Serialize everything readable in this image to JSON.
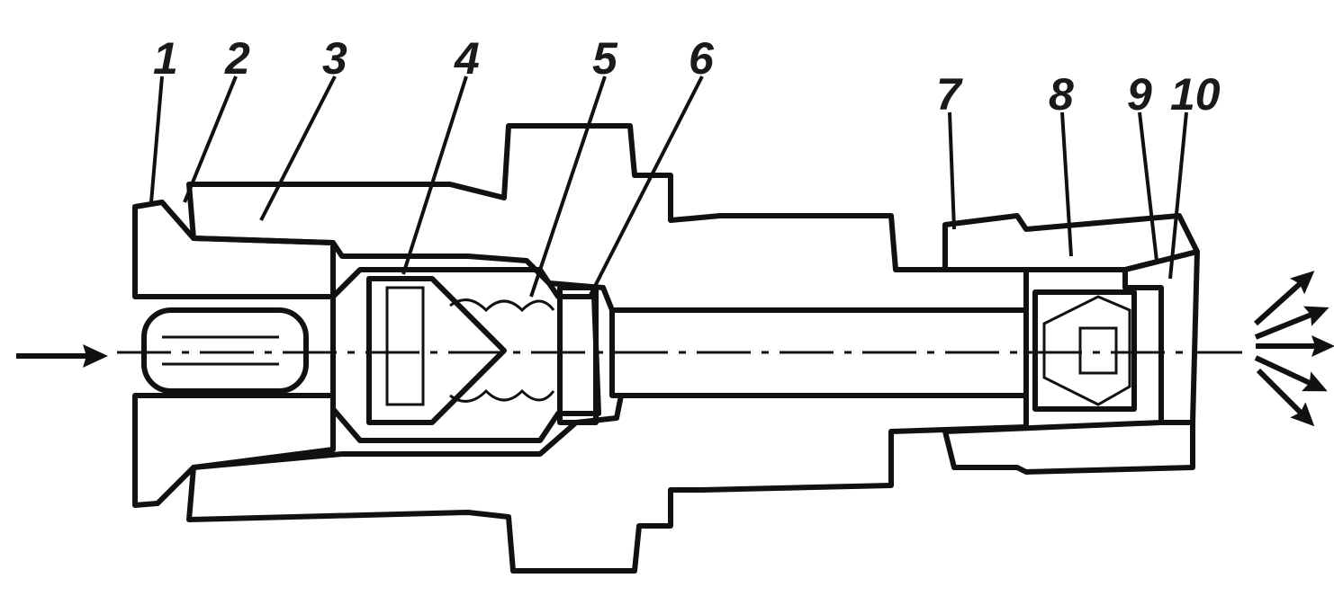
{
  "labels": [
    {
      "id": "1",
      "text": "1"
    },
    {
      "id": "2",
      "text": "2"
    },
    {
      "id": "3",
      "text": "3"
    },
    {
      "id": "4",
      "text": "4"
    },
    {
      "id": "5",
      "text": "5"
    },
    {
      "id": "6",
      "text": "6"
    },
    {
      "id": "7",
      "text": "7"
    },
    {
      "id": "8",
      "text": "8"
    },
    {
      "id": "9",
      "text": "9"
    },
    {
      "id": "10",
      "text": "10"
    }
  ],
  "colors": {
    "ink": "#111111",
    "paper": "#ffffff"
  }
}
